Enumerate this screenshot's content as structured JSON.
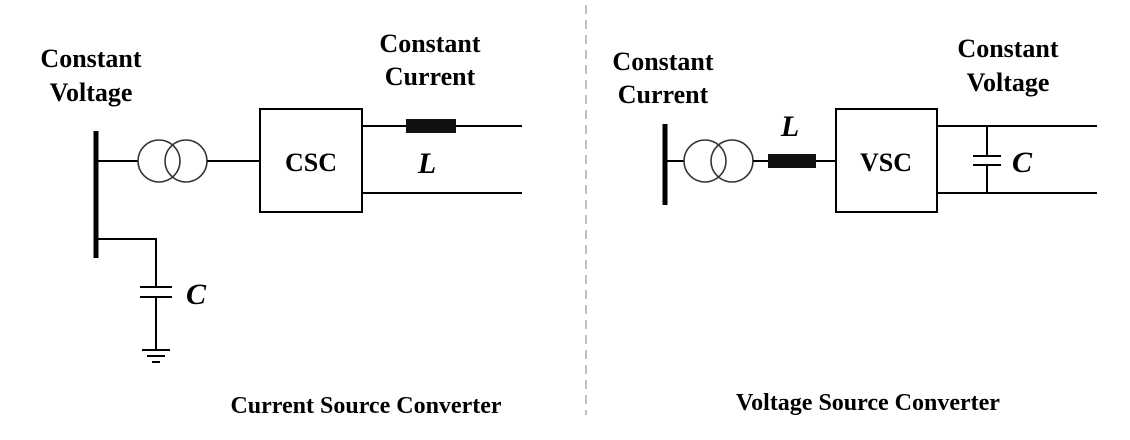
{
  "left": {
    "source_label": [
      "Constant",
      "Voltage"
    ],
    "output_label": [
      "Constant",
      "Current"
    ],
    "converter_label": "CSC",
    "inductor_label": "L",
    "capacitor_label": "C",
    "caption": "Current Source Converter"
  },
  "right": {
    "source_label": [
      "Constant",
      "Current"
    ],
    "output_label": [
      "Constant",
      "Voltage"
    ],
    "converter_label": "VSC",
    "inductor_label": "L",
    "capacitor_label": "C",
    "caption": "Voltage Source Converter"
  },
  "colors": {
    "line": "#000000",
    "divider": "#aaaaaa",
    "inductor": "#111111"
  }
}
